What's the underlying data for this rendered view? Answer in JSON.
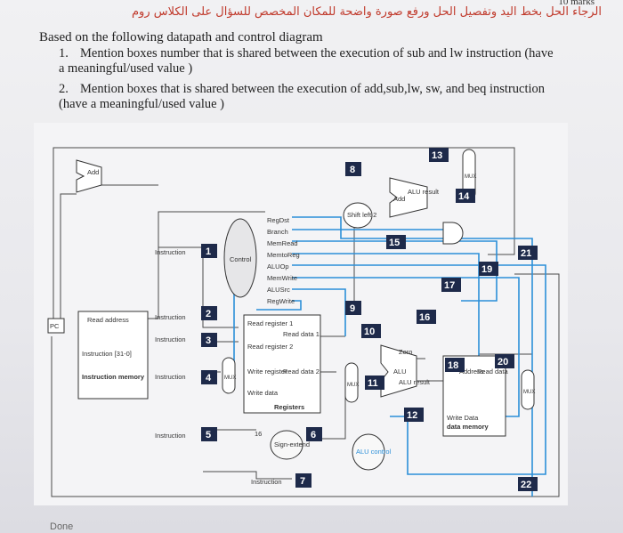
{
  "header": {
    "arabic_text": "الرجاء الحل بخط اليد وتفصيل الحل ورفع صورة واضحة للمكان المخصص للسؤال على الكلاس روم",
    "marks": "10 marks"
  },
  "question": {
    "intro": "Based on the following datapath and control diagram",
    "items": [
      {
        "num": "1.",
        "text": "Mention boxes number that is shared between the execution of sub and lw instruction (have a meaningful/used value )"
      },
      {
        "num": "2.",
        "text": "Mention boxes that is shared between the execution of add,sub,lw, sw, and beq instruction (have a meaningful/used value )"
      }
    ]
  },
  "diagram": {
    "labels": {
      "add": "Add",
      "add_alu": "Add",
      "alu_result": "ALU result",
      "shift_left": "Shift left 2",
      "control": "Control",
      "pc": "PC",
      "read_address": "Read address",
      "instruction_mem_a": "Instruction [31-0]",
      "instruction_mem_b": "Instruction memory",
      "instruction": "Instruction",
      "read_register_1": "Read register 1",
      "read_register_2": "Read register 2",
      "write_register": "Write register",
      "write_data": "Write data",
      "read_data_1": "Read data 1",
      "read_data_2": "Read data 2",
      "registers": "Registers",
      "sign_extend": "Sign-extend",
      "sixteen": "16",
      "alu": "ALU",
      "zero": "Zero",
      "alu_control": "ALU control",
      "dm_address": "Address",
      "dm_read_data": "Read data",
      "dm_write_data": "Write Data",
      "data_memory": "data memory",
      "mux": "MUX"
    },
    "control_signals": [
      "RegDst",
      "Branch",
      "MemRead",
      "MemtoReg",
      "ALUOp",
      "MemWrite",
      "ALUSrc",
      "RegWrite"
    ],
    "numbered_boxes": [
      "1",
      "2",
      "3",
      "4",
      "5",
      "6",
      "7",
      "8",
      "9",
      "10",
      "11",
      "12",
      "13",
      "14",
      "15",
      "16",
      "17",
      "18",
      "19",
      "20",
      "21",
      "22"
    ]
  },
  "footer": {
    "done": "Done"
  }
}
